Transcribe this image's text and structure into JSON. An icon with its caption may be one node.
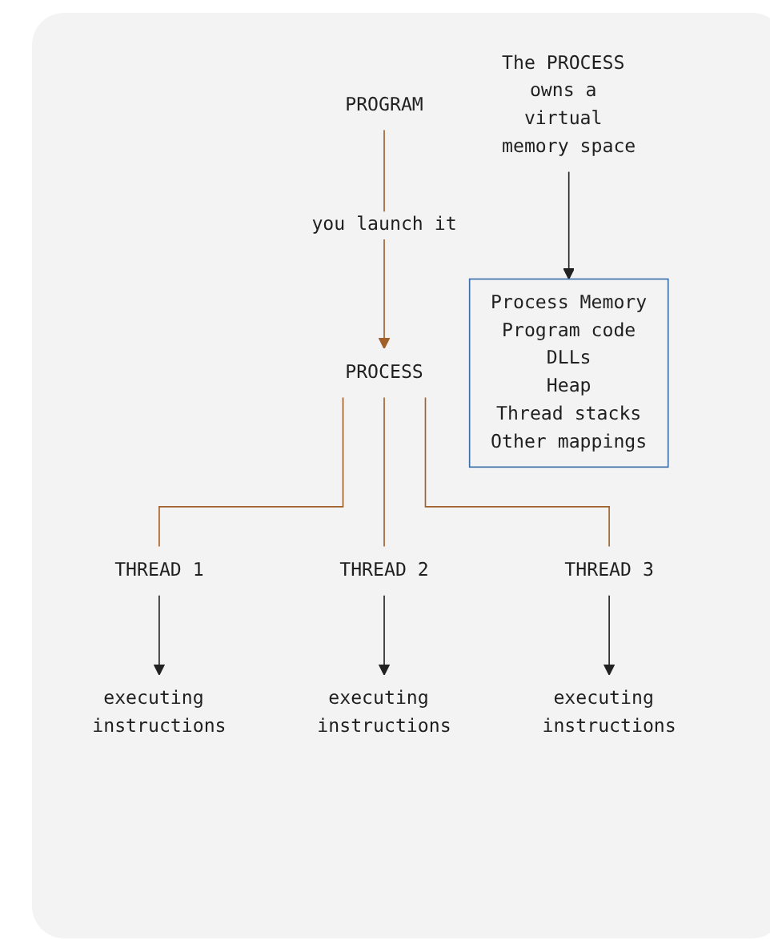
{
  "diagram": {
    "nodes": [
      {
        "text": [
          "PROGRAM"
        ]
      },
      {
        "text": [
          "PROCESS"
        ]
      },
      {
        "text": [
          "THREAD 1"
        ]
      },
      {
        "text": [
          "executing instructions"
        ]
      },
      {
        "text": [
          "THREAD 2"
        ]
      },
      {
        "text": [
          "executing instructions"
        ]
      },
      {
        "text": [
          "THREAD 3"
        ]
      },
      {
        "text": [
          "executing instructions"
        ]
      },
      {
        "text": [
          "The PROCESS owns a virtual memory space"
        ]
      },
      {
        "text": [
          "Process Memory",
          "Program code",
          "DLLs",
          "Heap",
          "Thread stacks",
          "Other mappings"
        ]
      }
    ],
    "edges": [
      {
        "from": 0,
        "to": 1,
        "arrow": "to",
        "label": "you launch it",
        "color": "#a0602a"
      },
      {
        "from": 1,
        "to": 2,
        "arrow": "none",
        "color": "#a0602a"
      },
      {
        "from": 2,
        "to": 3,
        "arrow": "to",
        "color": "#222222"
      },
      {
        "from": 1,
        "to": 4,
        "arrow": "none",
        "color": "#a0602a"
      },
      {
        "from": 4,
        "to": 5,
        "arrow": "to",
        "color": "#222222"
      },
      {
        "from": 1,
        "to": 6,
        "arrow": "none",
        "color": "#a0602a"
      },
      {
        "from": 6,
        "to": 7,
        "arrow": "to",
        "color": "#222222"
      },
      {
        "from": 8,
        "to": 9,
        "arrow": "to",
        "color": "#222222"
      }
    ]
  }
}
